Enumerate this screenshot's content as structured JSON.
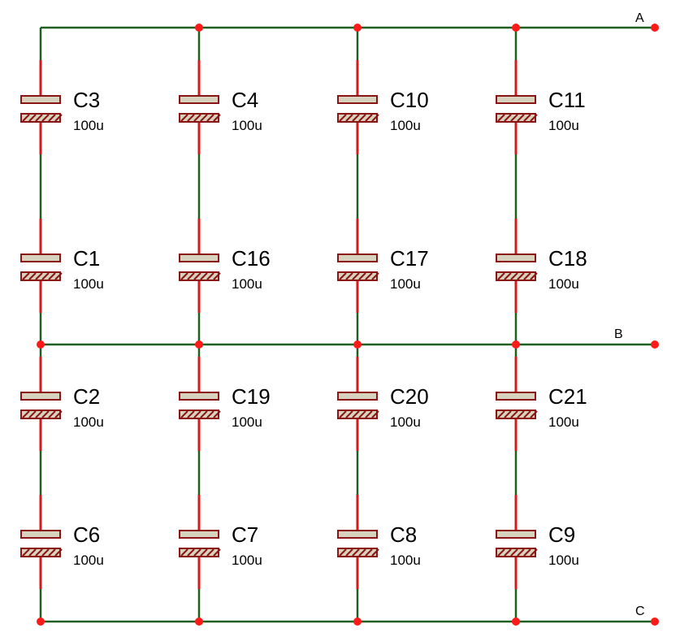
{
  "nets": {
    "top": {
      "label": "A"
    },
    "middle": {
      "label": "B"
    },
    "bottom": {
      "label": "C"
    }
  },
  "capacitors": [
    {
      "ref": "C3",
      "value": "100u",
      "col": 0,
      "row": 0
    },
    {
      "ref": "C4",
      "value": "100u",
      "col": 1,
      "row": 0
    },
    {
      "ref": "C10",
      "value": "100u",
      "col": 2,
      "row": 0
    },
    {
      "ref": "C11",
      "value": "100u",
      "col": 3,
      "row": 0
    },
    {
      "ref": "C1",
      "value": "100u",
      "col": 0,
      "row": 1
    },
    {
      "ref": "C16",
      "value": "100u",
      "col": 1,
      "row": 1
    },
    {
      "ref": "C17",
      "value": "100u",
      "col": 2,
      "row": 1
    },
    {
      "ref": "C18",
      "value": "100u",
      "col": 3,
      "row": 1
    },
    {
      "ref": "C2",
      "value": "100u",
      "col": 0,
      "row": 2
    },
    {
      "ref": "C19",
      "value": "100u",
      "col": 1,
      "row": 2
    },
    {
      "ref": "C20",
      "value": "100u",
      "col": 2,
      "row": 2
    },
    {
      "ref": "C21",
      "value": "100u",
      "col": 3,
      "row": 2
    },
    {
      "ref": "C6",
      "value": "100u",
      "col": 0,
      "row": 3
    },
    {
      "ref": "C7",
      "value": "100u",
      "col": 1,
      "row": 3
    },
    {
      "ref": "C8",
      "value": "100u",
      "col": 2,
      "row": 3
    },
    {
      "ref": "C9",
      "value": "100u",
      "col": 3,
      "row": 3
    }
  ],
  "colors": {
    "wire": "#1f5f1f",
    "lead": "#d41a1a",
    "junction": "#ff1a1a",
    "capacitor_outline": "#8b1414",
    "capacitor_fill": "#d6d2bd"
  }
}
